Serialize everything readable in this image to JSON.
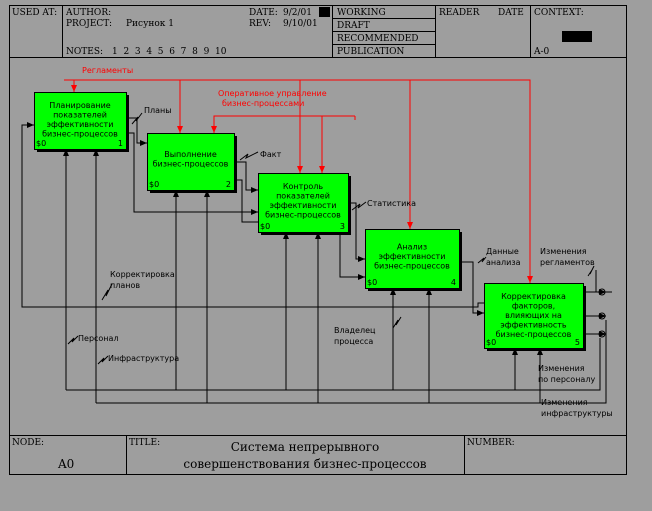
{
  "header": {
    "used_at": "USED AT:",
    "author": "AUTHOR:",
    "project": "PROJECT:",
    "project_value": "Рисунок 1",
    "date": "DATE:",
    "date_value": "9/2/01",
    "rev": "REV:",
    "rev_value": "9/10/01",
    "notes": "NOTES:",
    "notes_numbers": "1  2  3  4  5  6  7  8  9  10",
    "working": "WORKING",
    "draft": "DRAFT",
    "recommended": "RECOMMENDED",
    "publication": "PUBLICATION",
    "reader": "READER",
    "reader_date": "DATE",
    "context": "CONTEXT:",
    "context_node": "A-0"
  },
  "footer": {
    "node_label": "NODE:",
    "node_value": "A0",
    "title_label": "TITLE:",
    "title_line1": "Система непрерывного",
    "title_line2": "совершенствования бизнес-процессов",
    "number_label": "NUMBER:"
  },
  "boxes": [
    {
      "lines": [
        "Планирование",
        "показателей",
        "эффективности",
        "бизнес-процессов"
      ],
      "cost": "$0",
      "num": "1"
    },
    {
      "lines": [
        "Выполнение",
        "бизнес-процессов"
      ],
      "cost": "$0",
      "num": "2"
    },
    {
      "lines": [
        "Контроль",
        "показателей",
        "эффективности",
        "бизнес-процессов"
      ],
      "cost": "$0",
      "num": "3"
    },
    {
      "lines": [
        "Анализ",
        "эффективности",
        "бизнес-процессов"
      ],
      "cost": "$0",
      "num": "4"
    },
    {
      "lines": [
        "Корректировка",
        "факторов,",
        "влияющих на",
        "эффективность",
        "бизнес-процессов"
      ],
      "cost": "$0",
      "num": "5"
    }
  ],
  "labels": {
    "reglamenty": "Регламенты",
    "oper_upr_1": "Оперативное управление",
    "oper_upr_2": "бизнес-процессами",
    "plany": "Планы",
    "fakt": "Факт",
    "statistika": "Статистика",
    "dannye_1": "Данные",
    "dannye_2": "анализа",
    "izm_regl_1": "Изменения",
    "izm_regl_2": "регламентов",
    "korr_1": "Корректировка",
    "korr_2": "планов",
    "personal": "Персонал",
    "infra": "Инфраструктура",
    "vladelec_1": "Владелец",
    "vladelec_2": "процесса",
    "izm_pers_1": "Изменения",
    "izm_pers_2": "по персоналу",
    "izm_infra_1": "Изменения",
    "izm_infra_2": "инфраструктуры"
  },
  "colors": {
    "box_fill": "#00ff00",
    "control_arrow": "#ff0000",
    "arrow": "#000000",
    "background": "#9e9e9e"
  }
}
